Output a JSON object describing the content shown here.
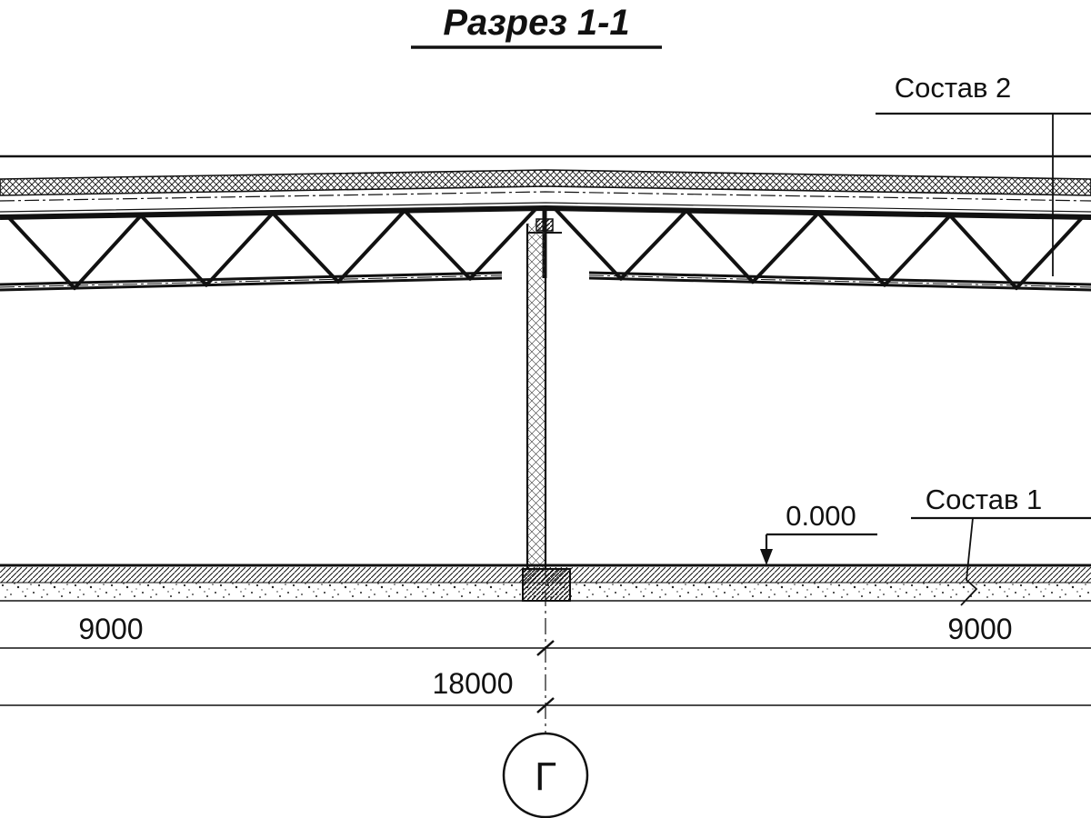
{
  "title": "Разрез 1-1",
  "callouts": {
    "composition_2": "Состав 2",
    "composition_1": "Состав 1",
    "elevation_mark": "0.000"
  },
  "dimensions": {
    "span_left": "9000",
    "span_right": "9000",
    "total_span": "18000"
  },
  "axis": {
    "label": "Г"
  },
  "colors": {
    "ink": "#111111",
    "background": "#ffffff"
  }
}
